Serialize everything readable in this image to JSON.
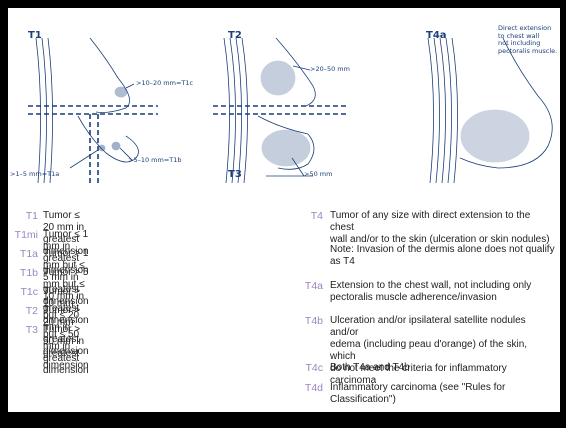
{
  "figure": {
    "t1": {
      "label": "T1",
      "ann_t1c": ">10–20 mm=T1c",
      "ann_t1a": ">1–5 mm=T1a",
      "ann_t1b": ">5–10 mm=T1b"
    },
    "t2": {
      "label": "T2",
      "ann": ">20–50 mm"
    },
    "t3": {
      "label": "T3",
      "ann": ">50 mm"
    },
    "t4a": {
      "label": "T4a",
      "note_line1": "Direct extension",
      "note_line2": "to chest wall",
      "note_line3": "not including",
      "note_line4": "pectoralis muscle."
    }
  },
  "legend_left": [
    {
      "code": "T1",
      "text": "Tumor ≤ 20 mm in greatest dimension"
    },
    {
      "code": "T1mi",
      "text": "Tumor ≤ 1 mm in greatest dimension"
    },
    {
      "code": "T1a",
      "text": "Tumor > 1 mm but ≤ 5 mm in greatest dimension"
    },
    {
      "code": "T1b",
      "text": "Tumor > 5 mm but ≤ 10 mm in greatest dimension"
    },
    {
      "code": "T1c",
      "text": "Tumor > 10 mm but ≤ 20 mm in greatest dimension"
    },
    {
      "code": "T2",
      "text": "Tumor > 20 mm but ≤ 50 mm in greatest dimension"
    },
    {
      "code": "T3",
      "text": "Tumor > 50 mm in greatest dimension"
    }
  ],
  "legend_right": [
    {
      "code": "T4",
      "line1": "Tumor of any size with direct extension to the chest",
      "line2": "wall and/or to the skin (ulceration or skin nodules)"
    },
    {
      "code": "",
      "line1": "Note: Invasion of the dermis alone does not qualify",
      "line2": "as T4"
    },
    {
      "code": "T4a",
      "line1": "Extension to the chest wall, not including only",
      "line2": "pectoralis muscle adherence/invasion"
    },
    {
      "code": "T4b",
      "line1": "Ulceration and/or ipsilateral satellite nodules and/or",
      "line2": "edema (including peau d'orange) of the skin, which",
      "line3": "do not meet the criteria for inflammatory carcinoma"
    },
    {
      "code": "T4c",
      "line1": "Both T4a and T4b"
    },
    {
      "code": "T4d",
      "line1": "Inflammatory carcinoma (see \"Rules for",
      "line2": "Classification\")"
    }
  ]
}
